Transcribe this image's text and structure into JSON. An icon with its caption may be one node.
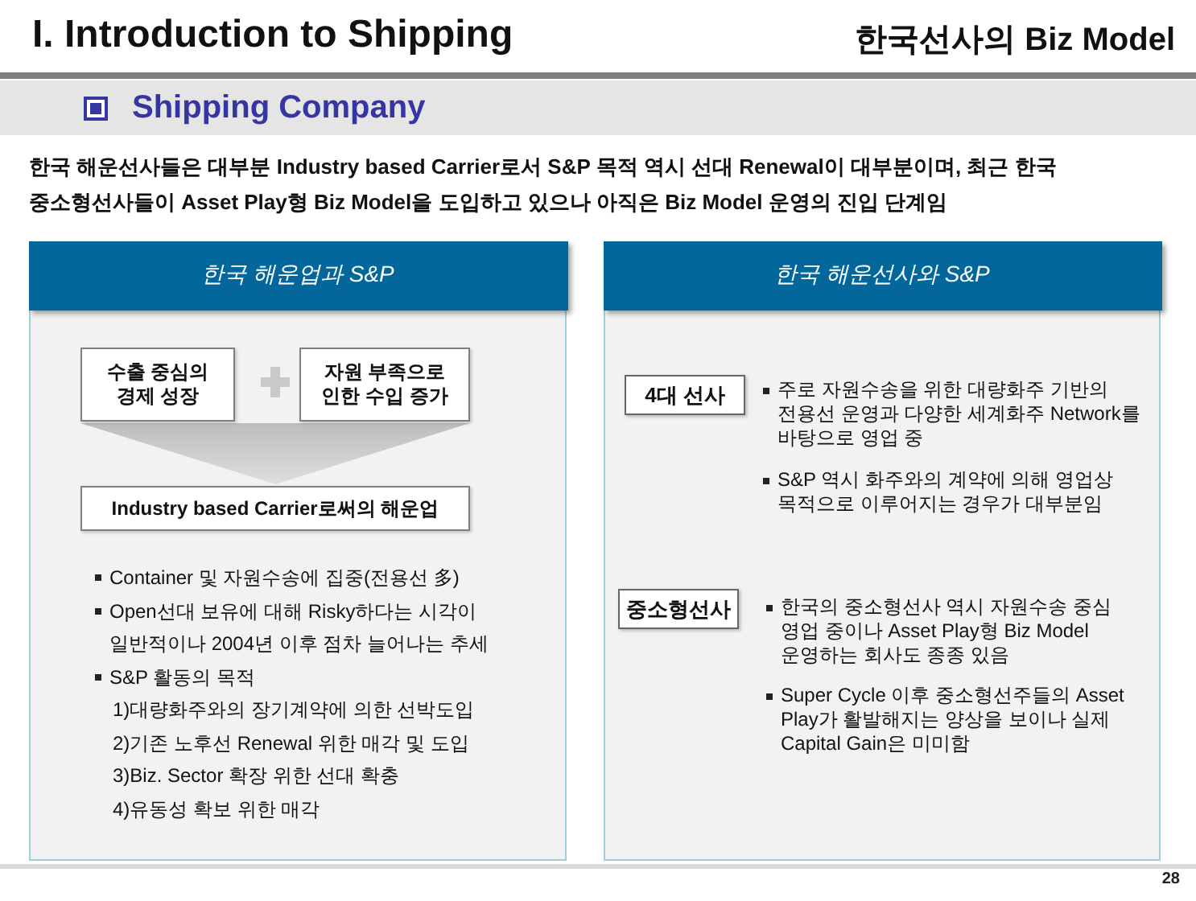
{
  "diagram": {
    "title": "I. Introduction to Shipping",
    "nodes": [
      {
        "text": [
          "한국 해운업과 S&P",
          "Container 및 자원수송에 집중(전용선 多)",
          "Open선대 보유에 대해 Risky하다는 시각이 일반적이나 2004년 이후 점차 늘어나는 추세",
          "S&P 활동의 목적",
          "1)대량화주와의 장기계약에 의한 선박도입",
          "2)기존 노후선 Renewal 위한 매각 및 도입",
          "3)Biz. Sector 확장 위한 선대 확충",
          "4)유동성 확보 위한 매각"
        ]
      },
      {
        "text": [
          "수출 중심의 경제 성장"
        ],
        "in": 0
      },
      {
        "text": [
          "자원 부족으로 인한 수입 증가"
        ],
        "in": 0
      },
      {
        "text": [
          "Industry based Carrier로써의 해운업"
        ],
        "in": 0
      },
      {
        "text": [
          "한국 해운선사와 S&P"
        ]
      },
      {
        "text": [
          "4대 선사"
        ],
        "in": 4,
        "beside": [
          "주로 자원수송을 위한 대량화주 기반의 전용선 운영과 다양한 세계화주 Network를 바탕으로 영업 중",
          "S&P 역시 화주와의 계약에 의해 영업상 목적으로 이루어지는 경우가 대부분임"
        ]
      },
      {
        "text": [
          "중소형선사"
        ],
        "in": 4,
        "beside": [
          "한국의 중소형선사 역시 자원수송 중심 영업 중이나 Asset Play형 Biz Model 운영하는 회사도 종종 있음",
          "Super Cycle 이후 중소형선주들의 Asset Play가 활발해지는 양상을 보이나 실제 Capital Gain은 미미함"
        ]
      }
    ],
    "edges": [
      {
        "from": 1,
        "to": 3,
        "arrow": "to"
      },
      {
        "from": 2,
        "to": 3,
        "arrow": "to"
      }
    ],
    "labels": [
      "한국선사의 Biz Model",
      "Shipping Company",
      "한국 해운선사들은 대부분 Industry based Carrier로서 S&P 목적 역시 선대 Renewal이 대부분이며, 최근 한국 중소형선사들이 Asset Play형 Biz Model을 도입하고 있으나 아직은 Biz Model 운영의 진입 단계임",
      "28"
    ]
  }
}
